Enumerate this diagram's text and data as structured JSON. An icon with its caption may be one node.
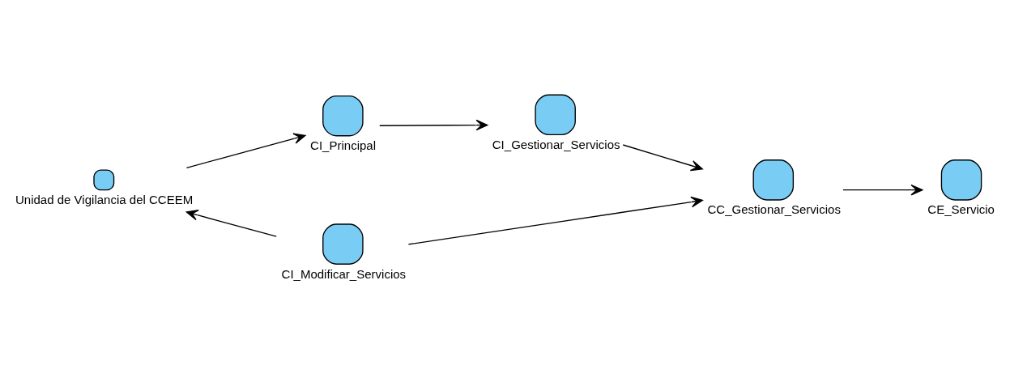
{
  "diagram": {
    "nodes": [
      {
        "text": [
          "Unidad de Vigilancia del CCEEM"
        ]
      },
      {
        "text": [
          "CI_Principal"
        ]
      },
      {
        "text": [
          "CI_Gestionar_Servicios"
        ]
      },
      {
        "text": [
          "CC_Gestionar_Servicios"
        ]
      },
      {
        "text": [
          "CE_Servicio"
        ]
      },
      {
        "text": [
          "CI_Modificar_Servicios"
        ]
      }
    ],
    "edges": [
      {
        "from": 0,
        "to": 1,
        "arrow": "to"
      },
      {
        "from": 1,
        "to": 2,
        "arrow": "to"
      },
      {
        "from": 2,
        "to": 3,
        "arrow": "to"
      },
      {
        "from": 3,
        "to": 4,
        "arrow": "to"
      },
      {
        "from": 5,
        "to": 0,
        "arrow": "to"
      },
      {
        "from": 5,
        "to": 3,
        "arrow": "to"
      }
    ]
  }
}
